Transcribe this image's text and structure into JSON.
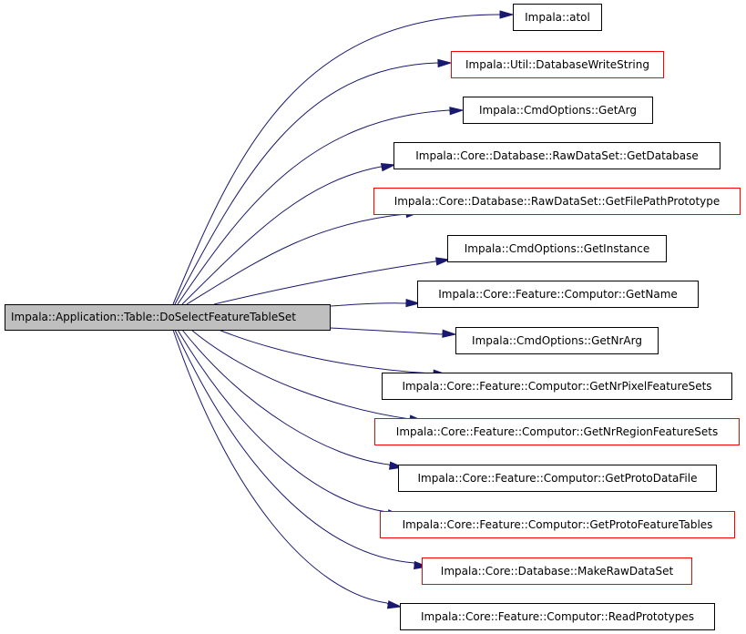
{
  "root": {
    "label": "Impala::Application::Table::DoSelectFeatureTableSet"
  },
  "edge_color": "#191970",
  "undocumented_border_color": "#ff0000",
  "callees": [
    {
      "label": "Impala::atol",
      "undocumented": false
    },
    {
      "label": "Impala::Util::DatabaseWriteString",
      "undocumented": true
    },
    {
      "label": "Impala::CmdOptions::GetArg",
      "undocumented": false
    },
    {
      "label": "Impala::Core::Database::RawDataSet::GetDatabase",
      "undocumented": false
    },
    {
      "label": "Impala::Core::Database::RawDataSet::GetFilePathPrototype",
      "undocumented": true
    },
    {
      "label": "Impala::CmdOptions::GetInstance",
      "undocumented": false
    },
    {
      "label": "Impala::Core::Feature::Computor::GetName",
      "undocumented": false
    },
    {
      "label": "Impala::CmdOptions::GetNrArg",
      "undocumented": false
    },
    {
      "label": "Impala::Core::Feature::Computor::GetNrPixelFeatureSets",
      "undocumented": false
    },
    {
      "label": "Impala::Core::Feature::Computor::GetNrRegionFeatureSets",
      "undocumented": true
    },
    {
      "label": "Impala::Core::Feature::Computor::GetProtoDataFile",
      "undocumented": false
    },
    {
      "label": "Impala::Core::Feature::Computor::GetProtoFeatureTables",
      "undocumented": true
    },
    {
      "label": "Impala::Core::Database::MakeRawDataSet",
      "undocumented": true
    },
    {
      "label": "Impala::Core::Feature::Computor::ReadPrototypes",
      "undocumented": false
    }
  ]
}
